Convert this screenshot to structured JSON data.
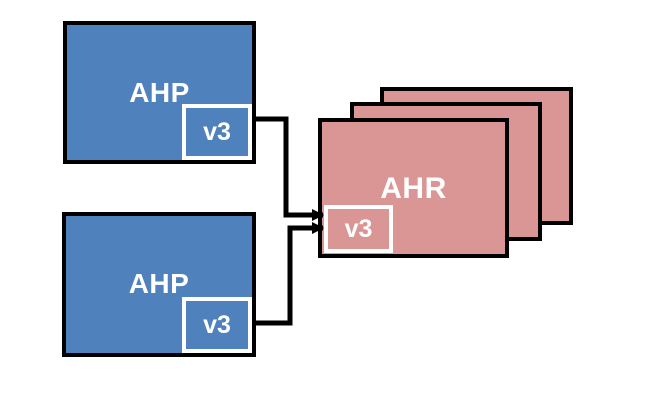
{
  "diagram": {
    "background_color": "#ffffff",
    "colors": {
      "ahp_fill": "#4F81BD",
      "ahr_fill": "#D99694",
      "box_outline": "#000000",
      "port_outline": "#ffffff",
      "label_text": "#ffffff",
      "connector": "#000000"
    },
    "nodes": {
      "ahp_top": {
        "label": "AHP",
        "port": "v3"
      },
      "ahp_bottom": {
        "label": "AHP",
        "port": "v3"
      },
      "ahr": {
        "label": "AHR",
        "port": "v3",
        "stack_count": 3
      }
    },
    "connections": [
      {
        "from": "ahp_top.v3",
        "to": "ahr.v3",
        "style": "elbow-arrow"
      },
      {
        "from": "ahp_bottom.v3",
        "to": "ahr.v3",
        "style": "elbow-arrow"
      }
    ]
  }
}
